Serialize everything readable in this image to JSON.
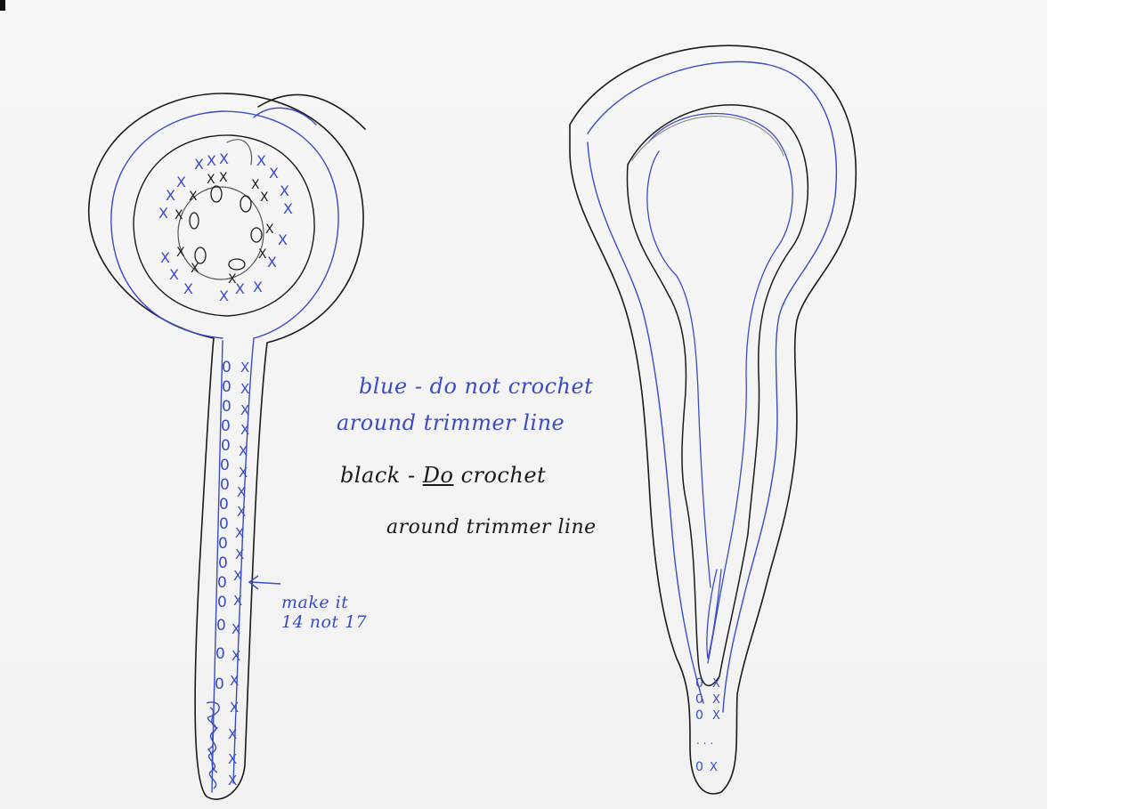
{
  "legend": {
    "blue_label": "blue",
    "blue_text": "- do not crochet",
    "blue_text_2": "around trimmer line",
    "black_label": "black",
    "black_dash": "- ",
    "black_do": "Do",
    "black_text": " crochet",
    "black_text_2": "around trimmer line"
  },
  "annotation": {
    "line1": "make it",
    "line2": "14 not 17"
  },
  "stitches": {
    "ring_x_symbol": "X",
    "chain_symbol": "0",
    "dots": ". . ."
  },
  "colors": {
    "blue_ink": "#3a4bc7",
    "black_ink": "#1a1a1a",
    "paper": "#f4f4f4"
  }
}
